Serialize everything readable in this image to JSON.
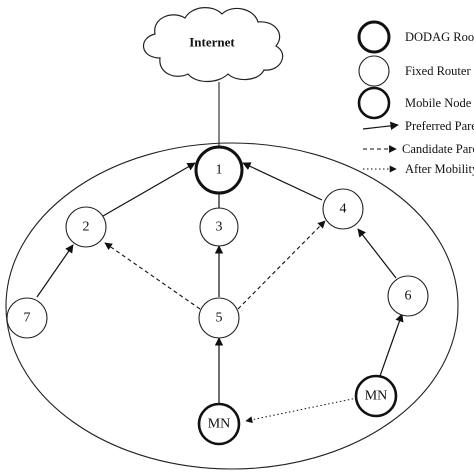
{
  "cloud": {
    "label": "Internet"
  },
  "nodes": {
    "root": {
      "label": "1"
    },
    "n2": {
      "label": "2"
    },
    "n3": {
      "label": "3"
    },
    "n4": {
      "label": "4"
    },
    "n5": {
      "label": "5"
    },
    "n6": {
      "label": "6"
    },
    "n7": {
      "label": "7"
    },
    "mn_left": {
      "label": "MN"
    },
    "mn_right": {
      "label": "MN"
    }
  },
  "legend": {
    "dodag_root": "DODAG Root",
    "fixed_router": "Fixed Router",
    "mobile_node": "Mobile Node",
    "preferred_parent": "Preferred Parent",
    "candidate_parent": "Candidate Parent",
    "after_mobility": "After Mobility"
  }
}
